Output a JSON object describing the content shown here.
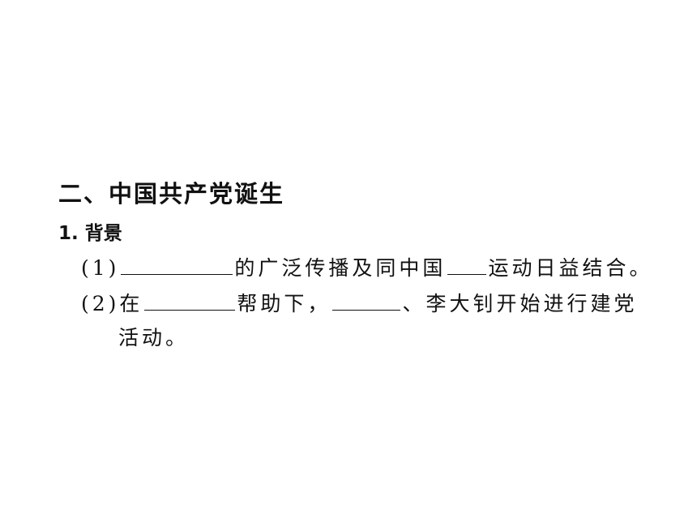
{
  "section": {
    "title": "二、中国共产党诞生",
    "subtitle": "1. 背景"
  },
  "items": [
    {
      "prefix": "(1)",
      "text_after_blank1": "的广泛传播及同中国",
      "text_after_blank2": "运动日益结合。"
    },
    {
      "prefix": "(2)在",
      "text_after_blank1": "帮助下，",
      "text_after_blank2": "、李大钊开始进行建党",
      "continuation": "活动。"
    }
  ]
}
